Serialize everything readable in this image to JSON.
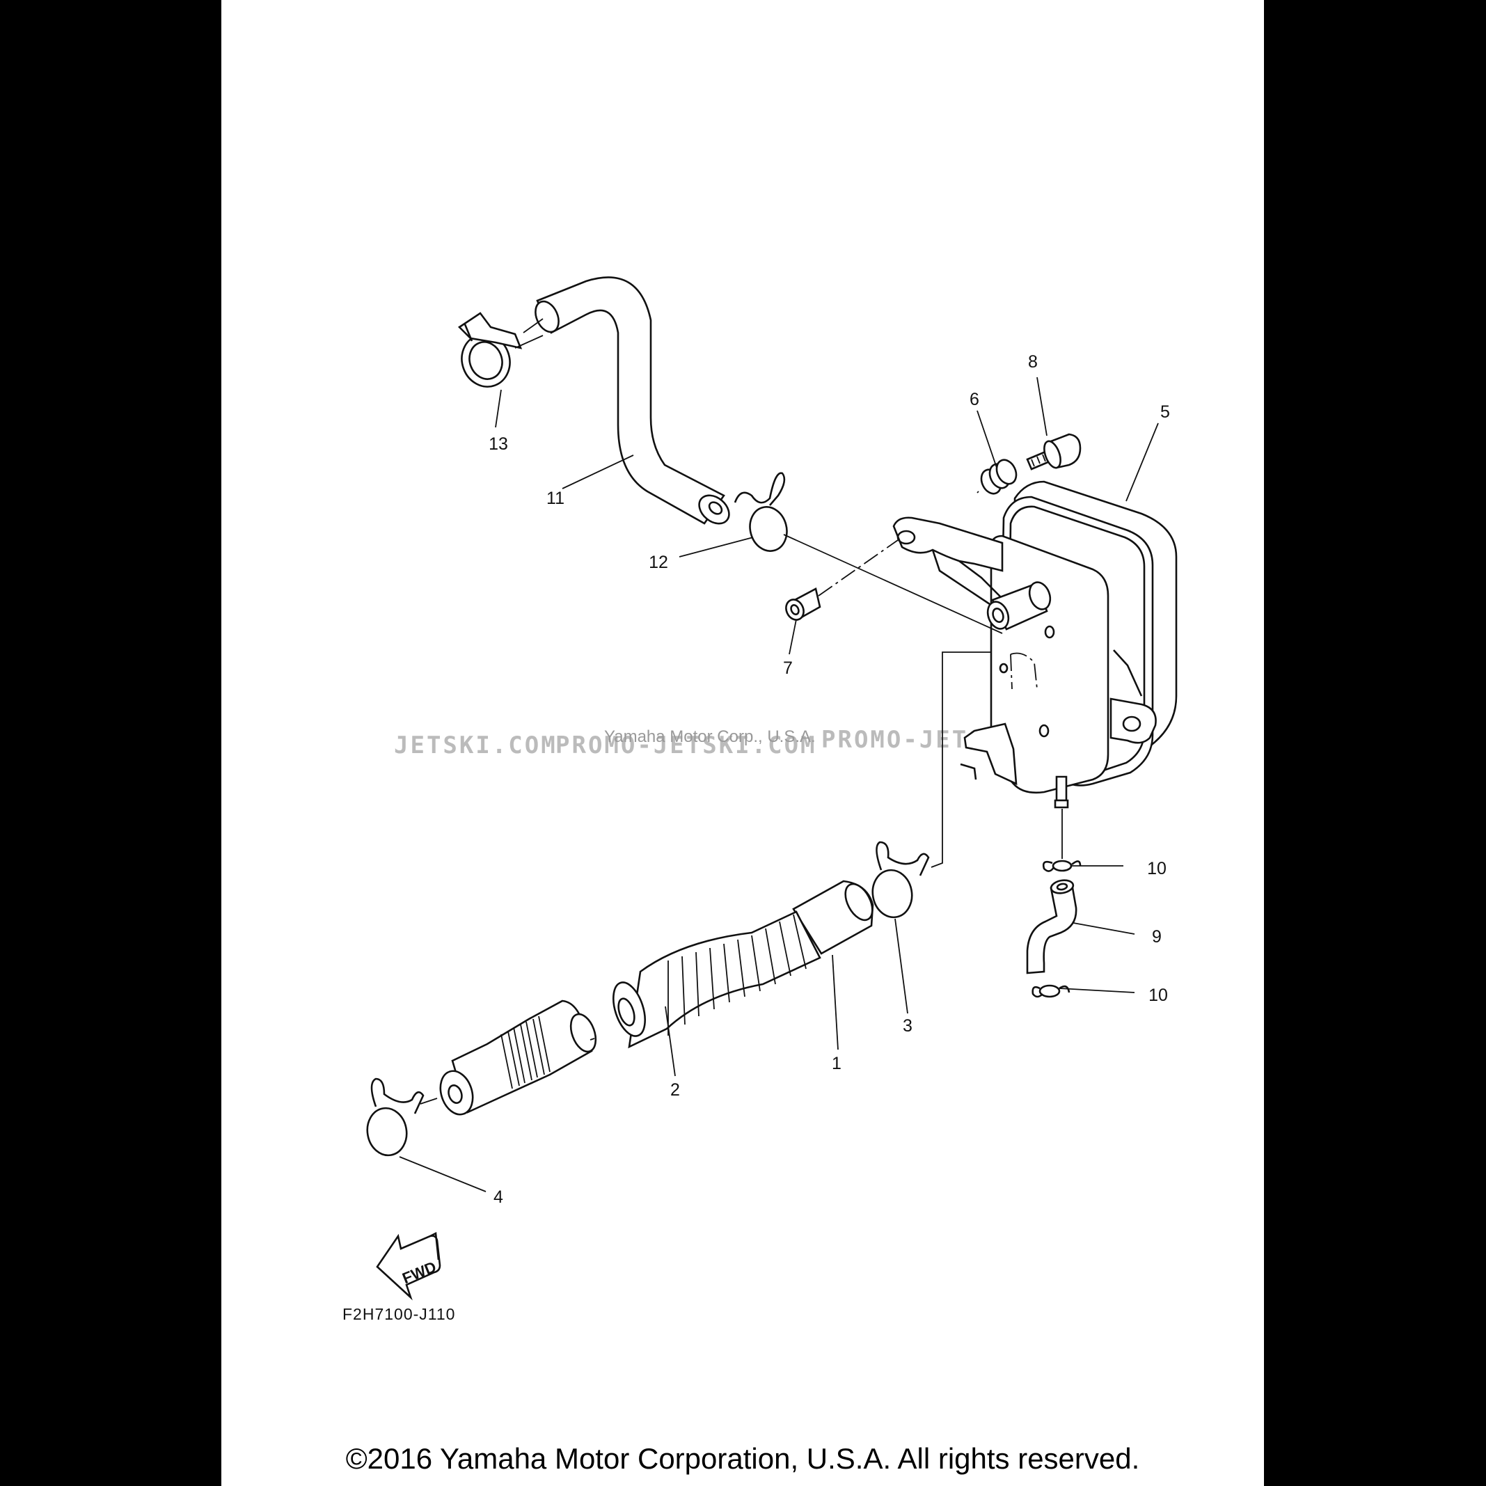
{
  "diagram": {
    "part_labels": [
      "1",
      "2",
      "3",
      "4",
      "5",
      "6",
      "7",
      "8",
      "9",
      "10",
      "10",
      "11",
      "12",
      "13"
    ],
    "drawing_code": "F2H7100-J110",
    "fwd_label": "FWD",
    "watermarks": {
      "left": "JETSKI.COM",
      "center": "PROMO-JETSKI.COM",
      "right": "PROMO-JETSKI.COM",
      "company": "Yamaha Motor Corp., U.S.A."
    }
  },
  "footer": {
    "copyright": "©2016 Yamaha Motor Corporation, U.S.A. All rights reserved."
  }
}
